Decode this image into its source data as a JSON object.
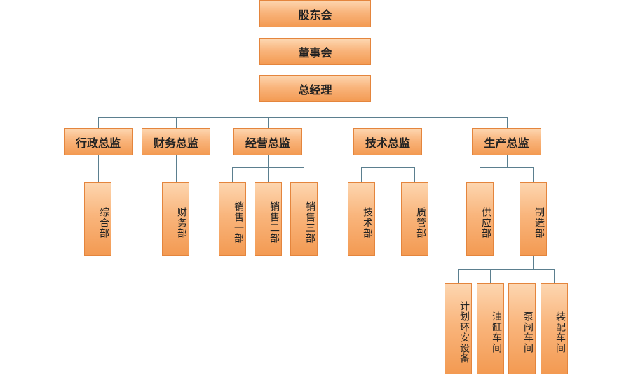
{
  "org": {
    "shareholders": "股东会",
    "board": "董事会",
    "gm": "总经理",
    "directors": [
      "行政总监",
      "财务总监",
      "经营总监",
      "技术总监",
      "生产总监"
    ],
    "depts": {
      "admin": [
        "综合部"
      ],
      "finance": [
        "财务部"
      ],
      "sales": [
        "销售一部",
        "销售二部",
        "销售三部"
      ],
      "tech": [
        "技术部",
        "质管部"
      ],
      "production": [
        "供应部",
        "制造部"
      ]
    },
    "workshops": [
      "计划环安设备",
      "油缸车间",
      "泵阀车间",
      "装配车间"
    ]
  }
}
